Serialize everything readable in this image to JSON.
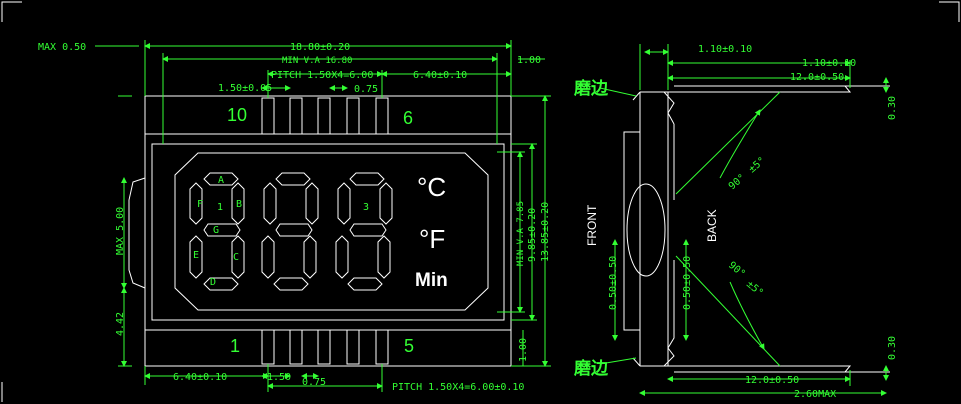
{
  "colors": {
    "background": "#000000",
    "outline": "#ffffff",
    "dimension": "#33ff33",
    "segment_outline": "#ffffff",
    "symbol": "#ffffff",
    "corner_marks": "#ffffff"
  },
  "front_view": {
    "dims": {
      "max_050": "MAX 0.50",
      "width_total": "18.80±0.20",
      "min_va": "MIN V.A 16.80",
      "pitch_top": "PITCH 1.50X4=6.00",
      "right_top": "6.40±0.10",
      "right_offset": "1.00",
      "left_150": "1.50±0.05",
      "gap_075_top": "0.75",
      "max_500": "MAX 5.00",
      "left_442": "4.42",
      "min_va_785": "MIN V.A 7.85",
      "h_985": "9.85±0.20",
      "h_1385": "13.85±0.20",
      "right_100": "1.00",
      "bottom_left": "6.40±0.10",
      "bottom_150": "1.50",
      "bottom_075": "0.75",
      "pitch_bottom": "PITCH 1.50X4=6.00±0.10"
    },
    "pin_labels": {
      "top_left": "10",
      "top_right": "6",
      "bottom_left": "1",
      "bottom_right": "5"
    },
    "segment_labels": {
      "a": "A",
      "b": "B",
      "c": "C",
      "d": "D",
      "e": "E",
      "f": "F",
      "g": "G",
      "one": "1",
      "three": "3"
    },
    "symbols": {
      "celsius": "°C",
      "fahrenheit": "°F",
      "min": "Min"
    }
  },
  "side_view": {
    "dims": {
      "d1": "1.10±0.10",
      "d2": "1.10±0.10",
      "d3": "12.0±0.50",
      "d4": "0.30",
      "d5": "0.30",
      "d6": "12.0±0.50",
      "d7": "2.60MAX",
      "v1": "0.50±0.50",
      "v2": "0.50±0.50"
    },
    "labels": {
      "edge_top": "磨边",
      "edge_bottom": "磨边",
      "front": "FRONT",
      "back": "BACK"
    },
    "angles": {
      "angle_top": "90°",
      "tol_top": "±5°",
      "angle_bottom": "90°",
      "tol_bottom": "±5°"
    }
  }
}
